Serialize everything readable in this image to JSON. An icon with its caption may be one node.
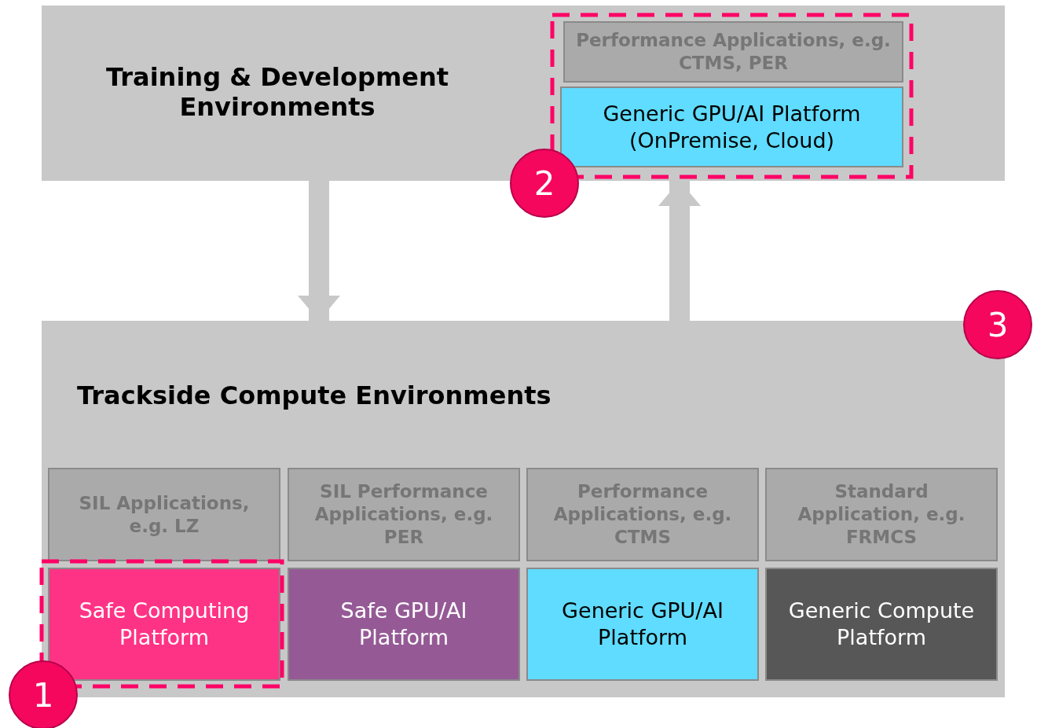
{
  "diagram": {
    "nodes": [
      {
        "text": [
          "Training & Development Environments"
        ]
      },
      {
        "text": [
          "Performance Applications, e.g. CTMS, PER"
        ],
        "in": 0
      },
      {
        "text": [
          "Generic GPU/AI Platform (OnPremise, Cloud)"
        ],
        "in": 0
      },
      {
        "text": [
          "2"
        ]
      },
      {
        "text": [
          "Trackside Compute Environments"
        ]
      },
      {
        "text": [
          "3"
        ]
      },
      {
        "text": [
          "SIL Applications, e.g. LZ"
        ],
        "in": 4
      },
      {
        "text": [
          "SIL Performance Applications, e.g. PER"
        ],
        "in": 4
      },
      {
        "text": [
          "Performance Applications, e.g. CTMS"
        ],
        "in": 4
      },
      {
        "text": [
          "Standard Application, e.g. FRMCS"
        ],
        "in": 4
      },
      {
        "text": [
          "Safe Computing Platform"
        ],
        "in": 4
      },
      {
        "text": [
          "Safe GPU/AI Platform"
        ],
        "in": 4
      },
      {
        "text": [
          "Generic GPU/AI Platform"
        ],
        "in": 4
      },
      {
        "text": [
          "Generic Compute Platform"
        ],
        "in": 4
      },
      {
        "text": [
          "1"
        ]
      }
    ],
    "edges": [
      {
        "from": 0,
        "to": 4,
        "arrow": "to"
      },
      {
        "from": 4,
        "to": 0,
        "arrow": "to"
      }
    ]
  }
}
